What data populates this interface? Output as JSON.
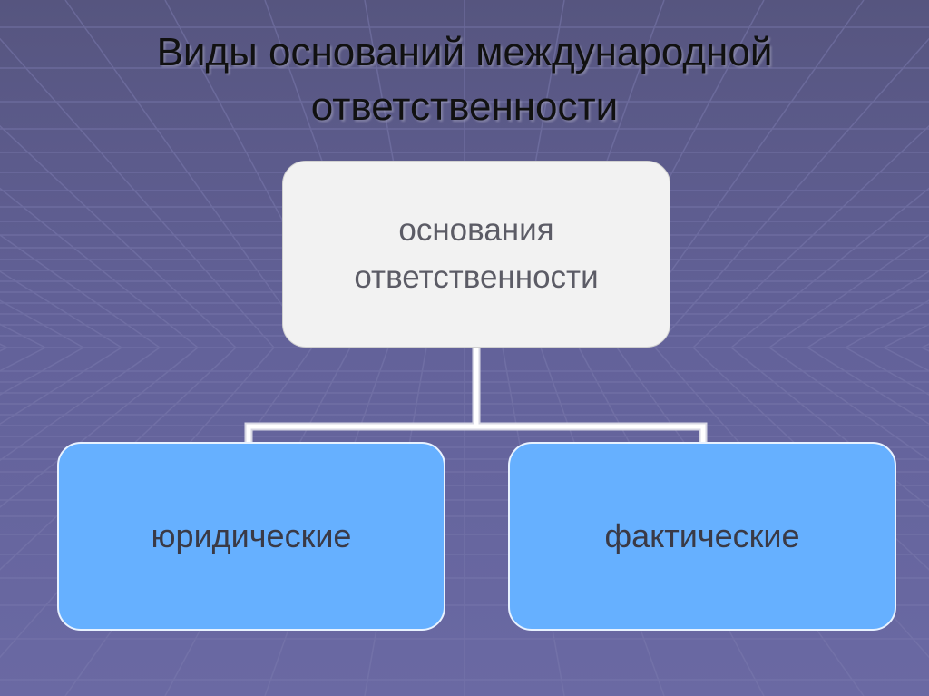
{
  "slide": {
    "title_line1": "Виды оснований международной",
    "title_line2": "ответственности"
  },
  "diagram": {
    "root": {
      "line1": "основания",
      "line2": "ответственности"
    },
    "children": [
      {
        "label": "юридические"
      },
      {
        "label": "фактические"
      }
    ]
  },
  "colors": {
    "background": "#5f5e93",
    "root_fill": "#f2f2f2",
    "child_fill": "#66b0ff",
    "connector": "#ffffff"
  }
}
